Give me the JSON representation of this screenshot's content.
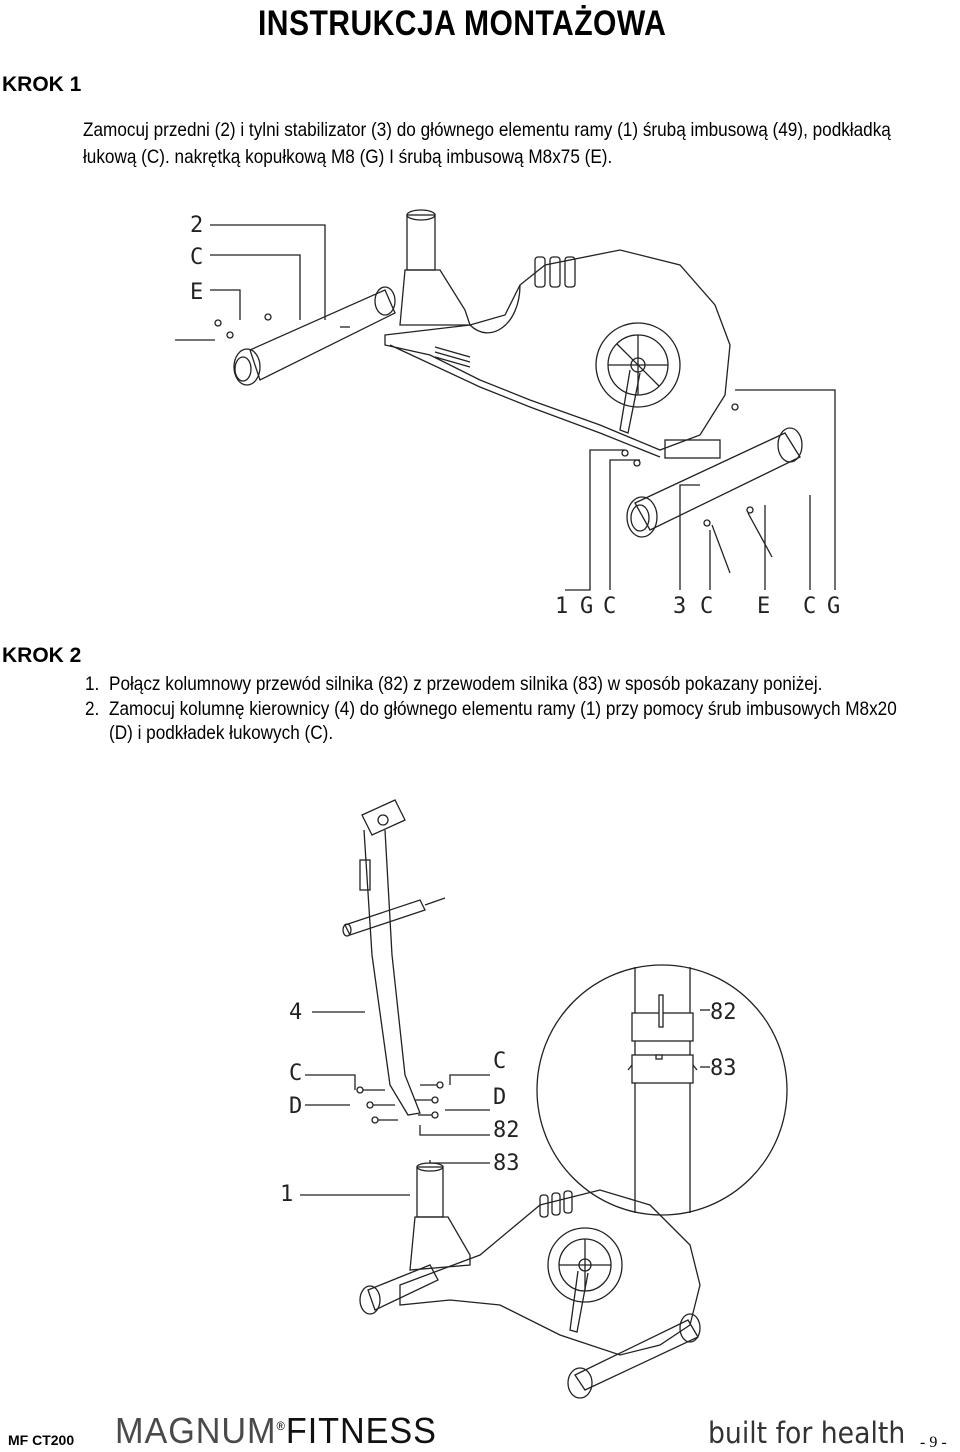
{
  "header": {
    "title": "INSTRUKCJA MONTAŻOWA"
  },
  "step1": {
    "heading": "KROK 1",
    "lines": [
      "Zamocuj przedni (2) i tylni stabilizator (3) do głównego elementu ramy (1) śrubą imbusową (49), podkładką",
      "łukową (C). nakrętką kopułkową M8 (G) I śrubą imbusową M8x75 (E)."
    ],
    "labels_top": [
      "2",
      "C",
      "E"
    ],
    "labels_bottom": [
      "1",
      "G",
      "C",
      "3",
      "C",
      "E",
      "C",
      "G"
    ]
  },
  "step2": {
    "heading": "KROK 2",
    "items": [
      {
        "num": "1.",
        "text": "Połącz kolumnowy przewód silnika (82) z przewodem silnika (83) w sposób pokazany poniżej."
      },
      {
        "num": "2.",
        "text": "Zamocuj kolumnę kierownicy (4) do głównego elementu ramy (1) przy pomocy śrub imbusowych M8x20",
        "cont": "(D) i podkładek łukowych (C)."
      }
    ],
    "labels_left": [
      "4",
      "C",
      "D",
      "1"
    ],
    "labels_right": [
      "C",
      "D",
      "82",
      "83"
    ],
    "detail_labels": [
      "82",
      "83"
    ]
  },
  "footer": {
    "model": "MF CT200",
    "brand_part1": "MAGNUM",
    "brand_reg": "®",
    "brand_part2": "FITNESS",
    "slogan": "built for health",
    "page": "- 9 -"
  }
}
